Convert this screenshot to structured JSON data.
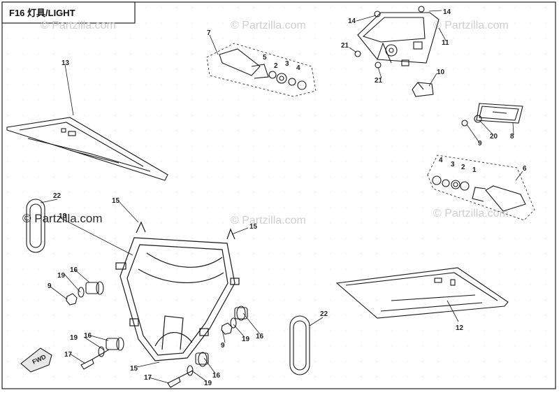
{
  "header": {
    "title": "F16  灯具/LIGHT"
  },
  "watermark": {
    "text": "© Partzilla.com",
    "accent_text": "© Partzilla.com"
  },
  "fwd_label": "FWD",
  "callouts": [
    {
      "id": "c1",
      "text": "1"
    },
    {
      "id": "c2",
      "text": "2"
    },
    {
      "id": "c3",
      "text": "3"
    },
    {
      "id": "c4",
      "text": "4"
    },
    {
      "id": "c5",
      "text": "5"
    },
    {
      "id": "c6",
      "text": "6"
    },
    {
      "id": "c7",
      "text": "7"
    },
    {
      "id": "c8",
      "text": "8"
    },
    {
      "id": "c9",
      "text": "9"
    },
    {
      "id": "c10",
      "text": "10"
    },
    {
      "id": "c11",
      "text": "11"
    },
    {
      "id": "c12",
      "text": "12"
    },
    {
      "id": "c13",
      "text": "13"
    },
    {
      "id": "c14",
      "text": "14"
    },
    {
      "id": "c15",
      "text": "15"
    },
    {
      "id": "c16",
      "text": "16"
    },
    {
      "id": "c17",
      "text": "17"
    },
    {
      "id": "c18",
      "text": "18"
    },
    {
      "id": "c19",
      "text": "19"
    },
    {
      "id": "c20",
      "text": "20"
    },
    {
      "id": "c21",
      "text": "21"
    },
    {
      "id": "c22",
      "text": "22"
    }
  ],
  "colors": {
    "line": "#1a1a1a",
    "dotted": "#cfd8de",
    "watermark": "#d0d0d0"
  }
}
